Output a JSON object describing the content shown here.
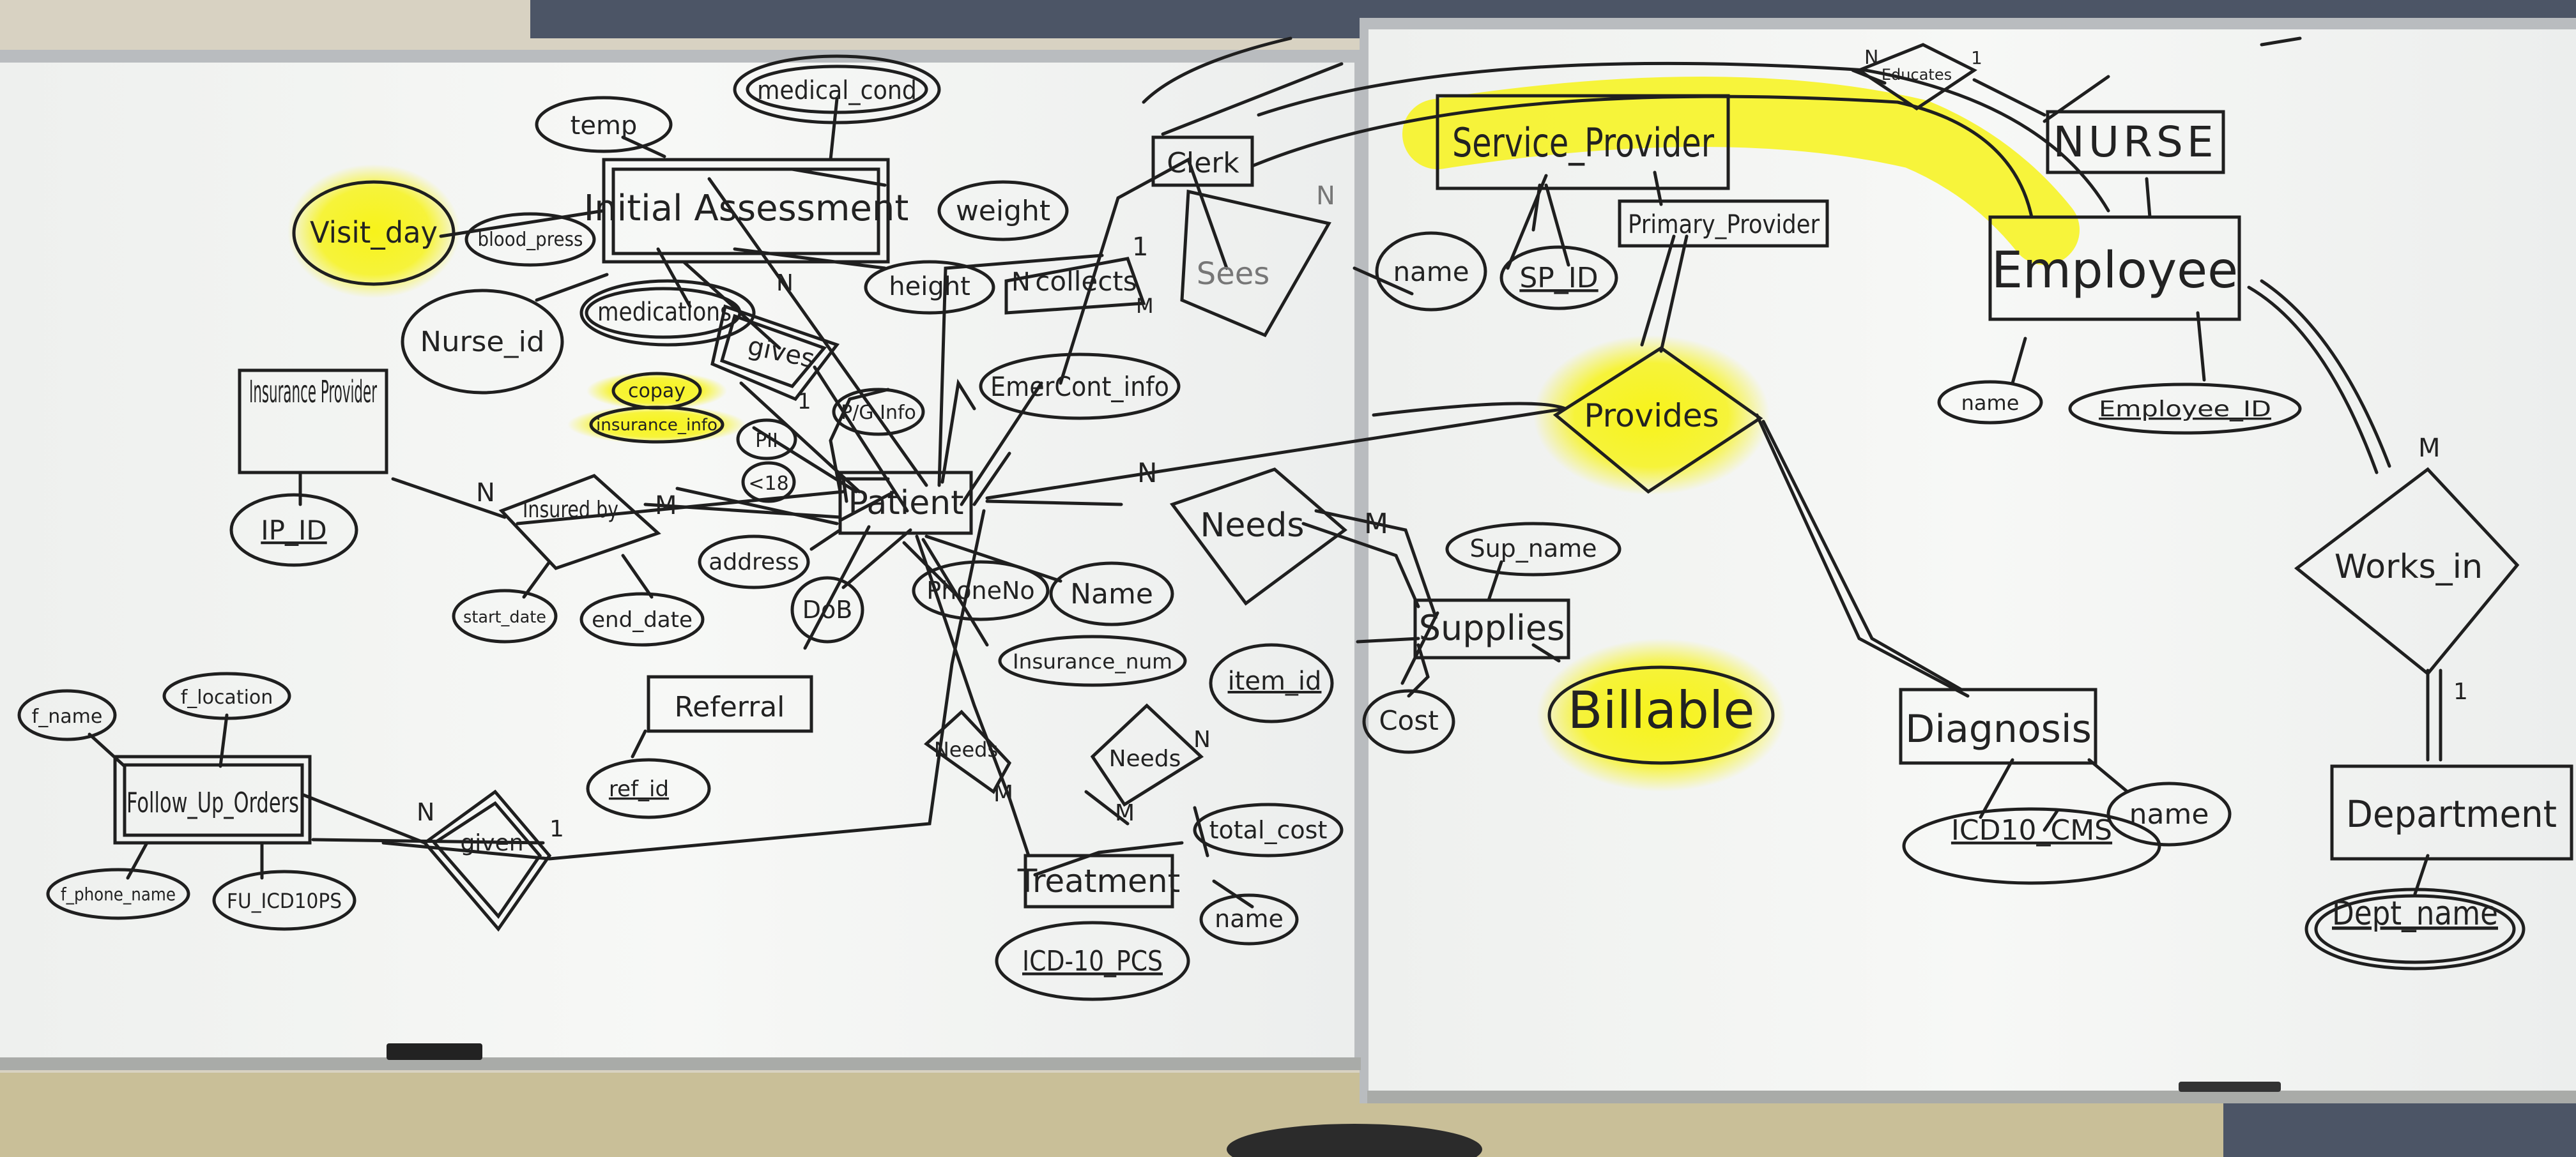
{
  "photo": {
    "colors": {
      "wall": "#d8d2c2",
      "wall_dark": "#4c5566",
      "board": "#f4f5f3",
      "frame": "#b9bcbf",
      "ink": "#1f1f1f",
      "highlight": "#f5f21e",
      "floor": "#c9bf98"
    }
  },
  "whiteboard": {
    "entities": {
      "initial_assessment": "Initial Assessment",
      "insurance_provider": "Insurance Provider",
      "patient": "Patient",
      "referral": "Referral",
      "follow_up_orders": "Follow_Up_Orders",
      "treatment": "Treatment",
      "supplies": "Supplies",
      "clerk": "Clerk",
      "service_provider": "Service_Provider",
      "primary_provider": "Primary_Provider",
      "nurse": "NURSE",
      "employee": "Employee",
      "diagnosis": "Diagnosis",
      "department": "Department"
    },
    "relationships": {
      "gives": "gives",
      "collects": "collects",
      "sees": "Sees",
      "insured_by": "Insured by",
      "needs_supplies": "Needs",
      "needs_treatment_1": "Needs",
      "needs_treatment_2": "Needs",
      "given": "given",
      "provides": "Provides",
      "works_in": "Works_in",
      "educates": "Educates"
    },
    "attributes": {
      "temp": "temp",
      "medical_cond": "medical_cond",
      "visit_day": "Visit_day",
      "blood_press": "blood_press",
      "weight": "weight",
      "height": "height",
      "nurse_id": "Nurse_id",
      "medications": "medications",
      "copay": "copay",
      "insurance_info": "insurance_info",
      "pg_info": "P/G Info",
      "pii": "PII",
      "lt18": "<18",
      "emer_cont_info": "EmerCont_info",
      "ip_id": "IP_ID",
      "start_date": "start_date",
      "end_date": "end_date",
      "address": "address",
      "dob": "DoB",
      "phone_no": "PhoneNo",
      "name_patient": "Name",
      "insurance_num": "Insurance_num",
      "ref_id": "ref_id",
      "f_name": "f_name",
      "f_location": "f_location",
      "f_phone_name": "f_phone_name",
      "fu_icd10": "FU_ICD10PS",
      "item_id": "item_id",
      "cost": "Cost",
      "total_cost": "total_cost",
      "name_treatment": "name",
      "icd10_pcs": "ICD-10_PCS",
      "sup_name": "Sup_name",
      "billable": "Billable",
      "name_sp": "name",
      "sp_id": "SP_ID",
      "name_emp": "name",
      "employee_id": "Employee_ID",
      "icd10_cms": "ICD10_CMS",
      "name_diag": "name",
      "dept_name": "Dept_name"
    },
    "cardinalities": {
      "gives_n": "N",
      "gives_1": "1",
      "collects_n": "N",
      "collects_1": "1",
      "sees_n": "N",
      "sees_m": "M",
      "insured_n": "N",
      "insured_m": "M",
      "needs_n": "N",
      "needs_m": "M",
      "needs_t1_m": "M",
      "needs_t2_n": "N",
      "needs_t2_m": "M",
      "given_n": "N",
      "given_1": "1",
      "works_m": "M",
      "works_1": "1",
      "educates_n": "N",
      "educates_1": "1"
    }
  }
}
